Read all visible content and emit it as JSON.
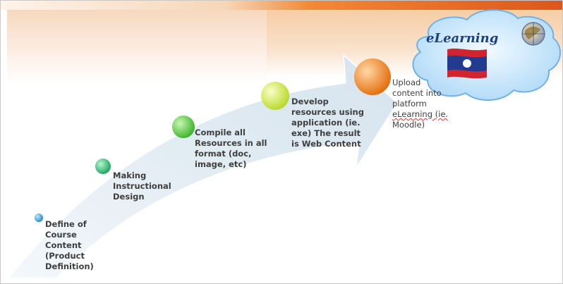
{
  "steps": [
    {
      "lines": [
        "Define of",
        "Course",
        "Content",
        "(Product",
        "Definition)"
      ]
    },
    {
      "lines": [
        "Making",
        "Instructional",
        "Design"
      ]
    },
    {
      "lines": [
        "Compile all",
        "Resources in all",
        "format (doc,",
        "image, etc)"
      ]
    },
    {
      "lines": [
        "Develop",
        "resources using",
        "application  (ie.",
        "exe) The result",
        "is Web Content"
      ]
    },
    {
      "lines": [
        "Upload",
        "content into",
        "platform",
        "eLearning (ie.",
        "Moodle)"
      ]
    }
  ],
  "cloud": {
    "label": "eLearning"
  },
  "colors": {
    "arrow": "#e3edf4",
    "dot1": "#3aa9dc",
    "dot2": "#34c27a",
    "dot3": "#4cc63b",
    "dot4": "#d6ee45",
    "dot5": "#f28a1a",
    "cloud": "#c9e6fb",
    "flag_red": "#d3232f",
    "flag_blue": "#223a8f"
  },
  "icons": [
    "globe-icon",
    "laos-flag-icon"
  ]
}
